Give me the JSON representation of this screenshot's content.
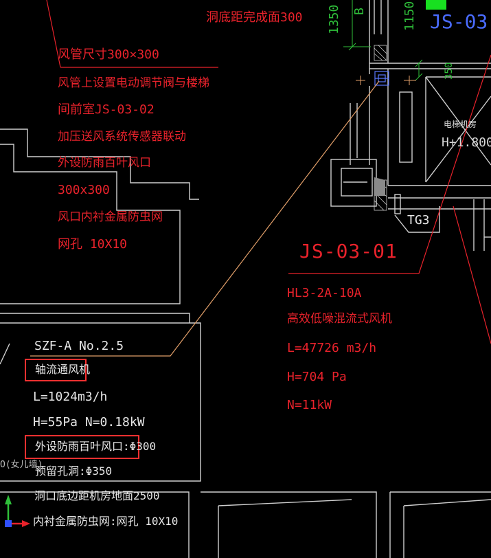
{
  "colors": {
    "background": "#000000",
    "red_text": "#e8222b",
    "white_text": "#e6e6e6",
    "leader_orange": "#e3a06a",
    "highlight_box": "#ff3030",
    "green_dim": "#2fbf3a",
    "blue_label": "#4a6cff"
  },
  "top_notes": {
    "hole_bottom": "洞底距完成面300"
  },
  "left_notes": [
    "风管尺寸300×300",
    "风管上设置电动调节阀与楼梯",
    "间前室JS-03-02",
    "加压送风系统传感器联动",
    "外设防雨百叶风口",
    "300x300",
    "风口内衬金属防虫网",
    "网孔 10X10"
  ],
  "fan_szf": {
    "model": "SZF-A No.2.5",
    "type_label": "轴流通风机",
    "flow": "L=1024m3/h",
    "pressure_power": "H=55Pa N=0.18kW",
    "louver": "外设防雨百叶风口:Φ300",
    "reserved_hole": "预留孔洞:Φ350",
    "hole_height": "洞口底边距机房地面2500",
    "insect_mesh": "内衬金属防虫网:网孔 10X10"
  },
  "fan_js": {
    "tag": "JS-03-01",
    "model": "HL3-2A-10A",
    "type_label": "高效低噪混流式风机",
    "flow": "L=47726 m3/h",
    "pressure": "H=704 Pa",
    "power": "N=11kW"
  },
  "room": {
    "name": "电梯机房",
    "elevation": "H+1.800("
  },
  "tags": {
    "tg3": "TG3",
    "js_top": "JS-03-",
    "parapet": "O(女儿墙)"
  },
  "dims": {
    "d1350": "1350",
    "d1150": "1150",
    "d350": "350",
    "b_mark": "B"
  }
}
